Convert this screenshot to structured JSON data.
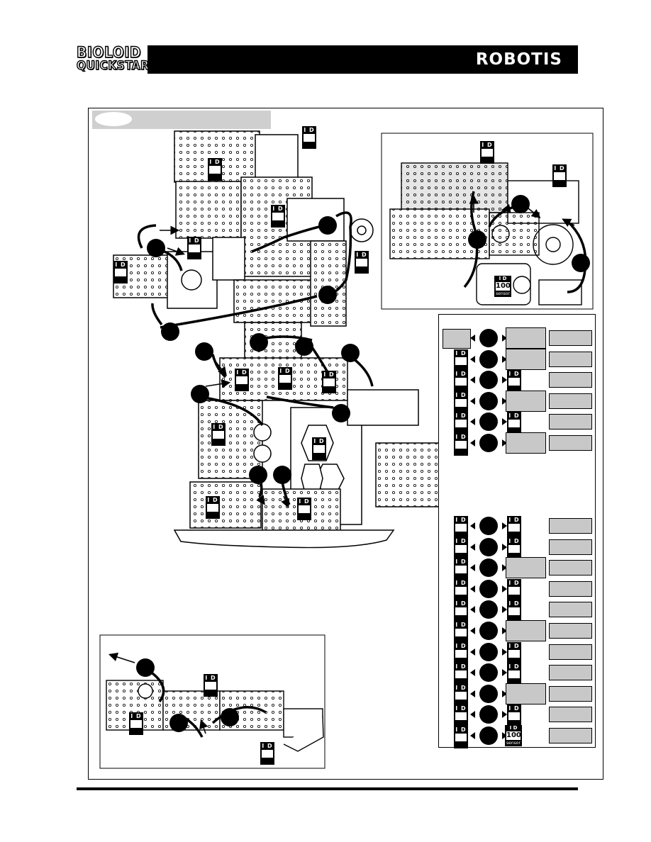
{
  "header": {
    "logo_line1": "BIOLOID",
    "logo_line2": "QUICKSTART",
    "brand": "ROBOTIS"
  },
  "id_label": "I D",
  "sensor_tag": {
    "number": "100",
    "label": "sensor"
  },
  "legend": {
    "group_top": [
      "box-box",
      "id-box",
      "id-id",
      "id-box",
      "id-id",
      "id-box"
    ],
    "group_bottom": [
      "id-id",
      "id-id",
      "id-box",
      "id-id",
      "id-id",
      "id-box",
      "id-id",
      "id-id",
      "id-box",
      "id-id",
      "id-sensor"
    ]
  }
}
